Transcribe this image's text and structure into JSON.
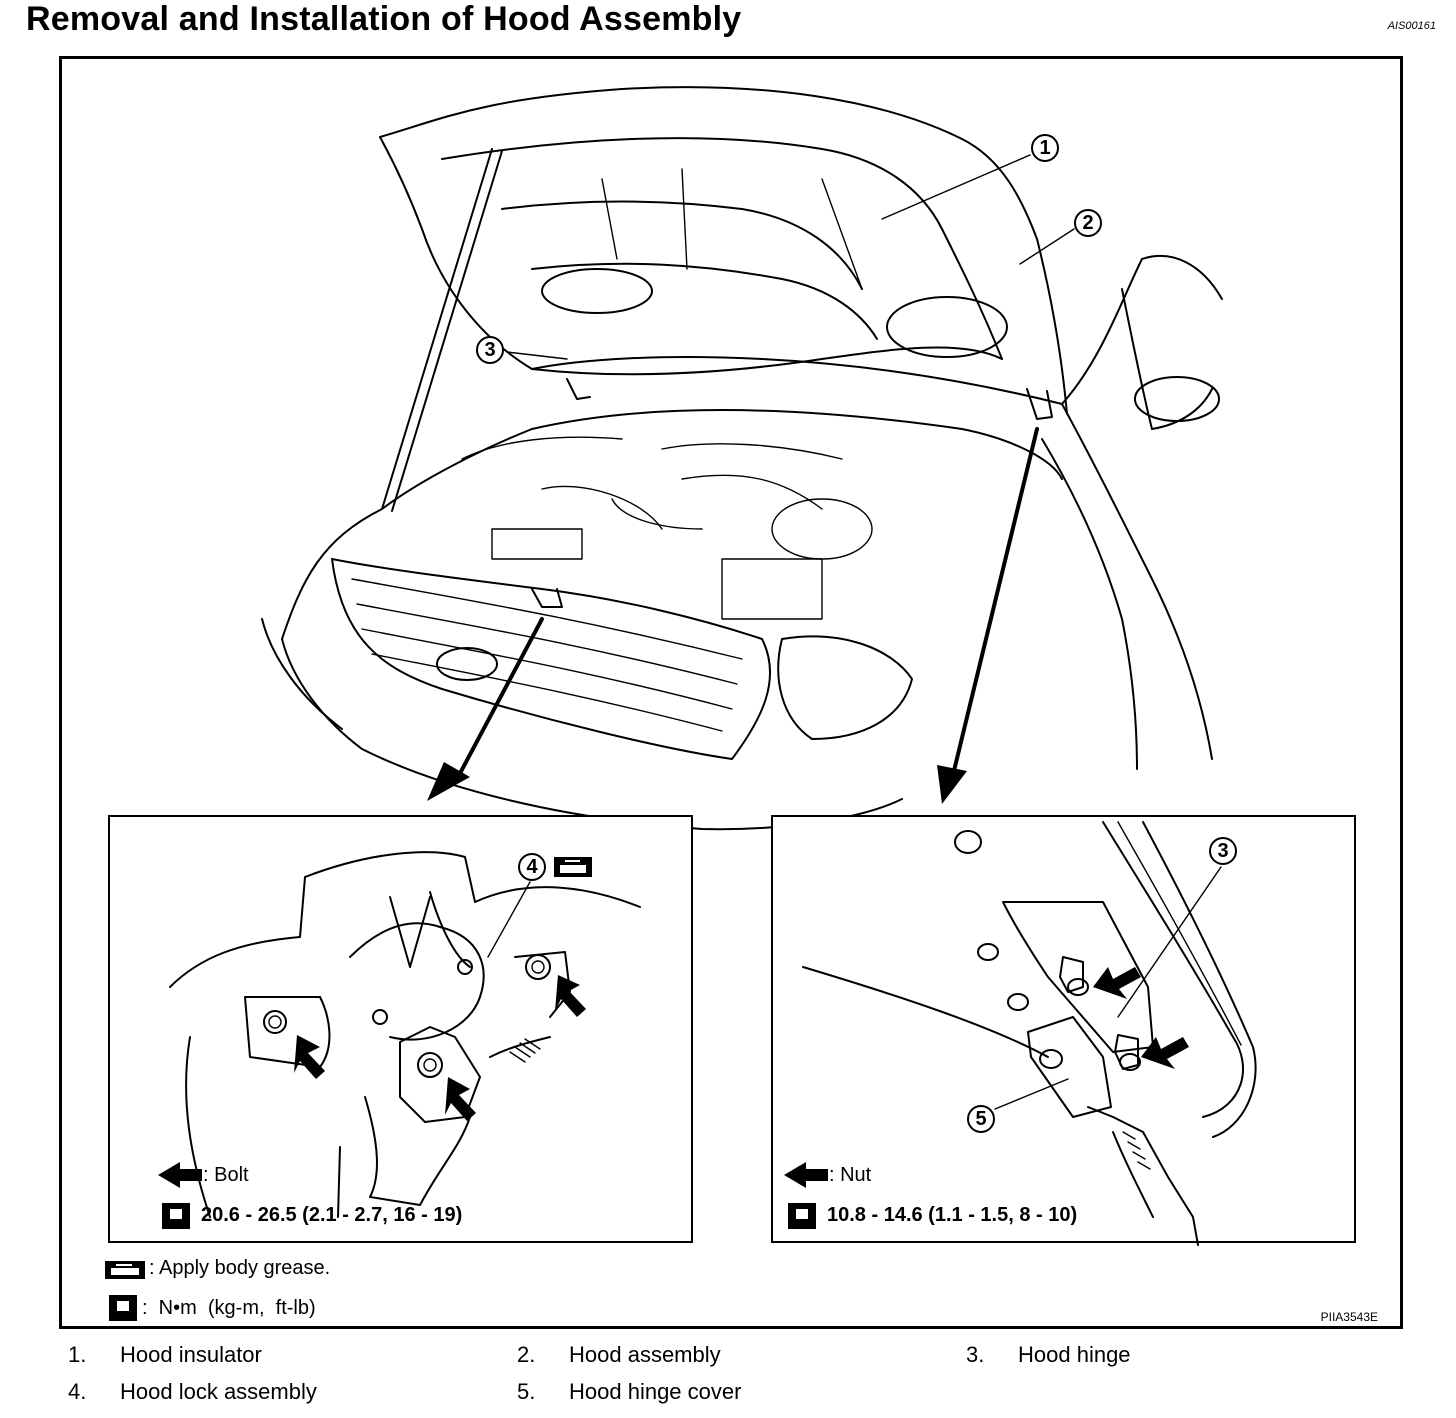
{
  "title": "Removal and Installation of Hood Assembly",
  "reference_code": "AIS00161",
  "figure_code": "PIIA3543E",
  "callouts": {
    "c1": "1",
    "c2": "2",
    "c3": "3",
    "c4": "4",
    "c5": "5"
  },
  "left_detail": {
    "fastener_label": ": Bolt",
    "torque": "20.6 - 26.5 (2.1 - 2.7, 16 - 19)"
  },
  "right_detail": {
    "fastener_label": ": Nut",
    "torque": "10.8 - 14.6 (1.1 - 1.5, 8 - 10)"
  },
  "legend": {
    "grease": ": Apply body grease.",
    "torque_units": ":  N•m  (kg-m,  ft-lb)"
  },
  "parts": [
    {
      "num": "1.",
      "label": "Hood insulator"
    },
    {
      "num": "2.",
      "label": "Hood assembly"
    },
    {
      "num": "3.",
      "label": "Hood hinge"
    },
    {
      "num": "4.",
      "label": "Hood lock assembly"
    },
    {
      "num": "5.",
      "label": "Hood hinge cover"
    }
  ]
}
